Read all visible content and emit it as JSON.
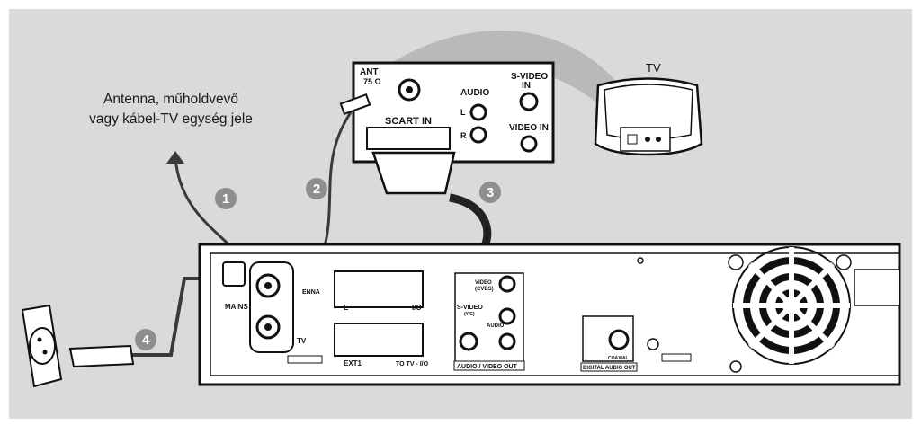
{
  "caption": {
    "line1": "Antenna, műholdvevő",
    "line2": "vagy kábel-TV egység jele"
  },
  "tv": {
    "label": "TV",
    "ant_label": "ANT",
    "ant_impedance": "75 Ω",
    "audio_label": "AUDIO",
    "audio_l": "L",
    "audio_r": "R",
    "svideo_label_1": "S-VIDEO",
    "svideo_label_2": "IN",
    "scart_label": "SCART IN",
    "video_in_label": "VIDEO IN"
  },
  "steps": [
    "1",
    "2",
    "3",
    "4"
  ],
  "recorder": {
    "mains": "MAINS",
    "antenna": "ANTENNA",
    "antenna_short": "ENNA",
    "tv": "TV",
    "ext1": "EXT1",
    "ext2_short": "E",
    "io_short": "I/O",
    "to_tv": "TO TV - I/O",
    "video_cvbs_1": "VIDEO",
    "video_cvbs_2": "(CVBS)",
    "svideo_1": "S-VIDEO",
    "svideo_2": "(Y/C)",
    "audio": "AUDIO",
    "audio_video_out": "AUDIO / VIDEO OUT",
    "coaxial": "COAXIAL",
    "digital_audio_out": "DIGITAL AUDIO OUT"
  },
  "colors": {
    "background": "#dadada",
    "panel": "#ffffff",
    "outline": "#111111",
    "badge": "#8e8e8e",
    "cable": "#3a3a3a"
  }
}
